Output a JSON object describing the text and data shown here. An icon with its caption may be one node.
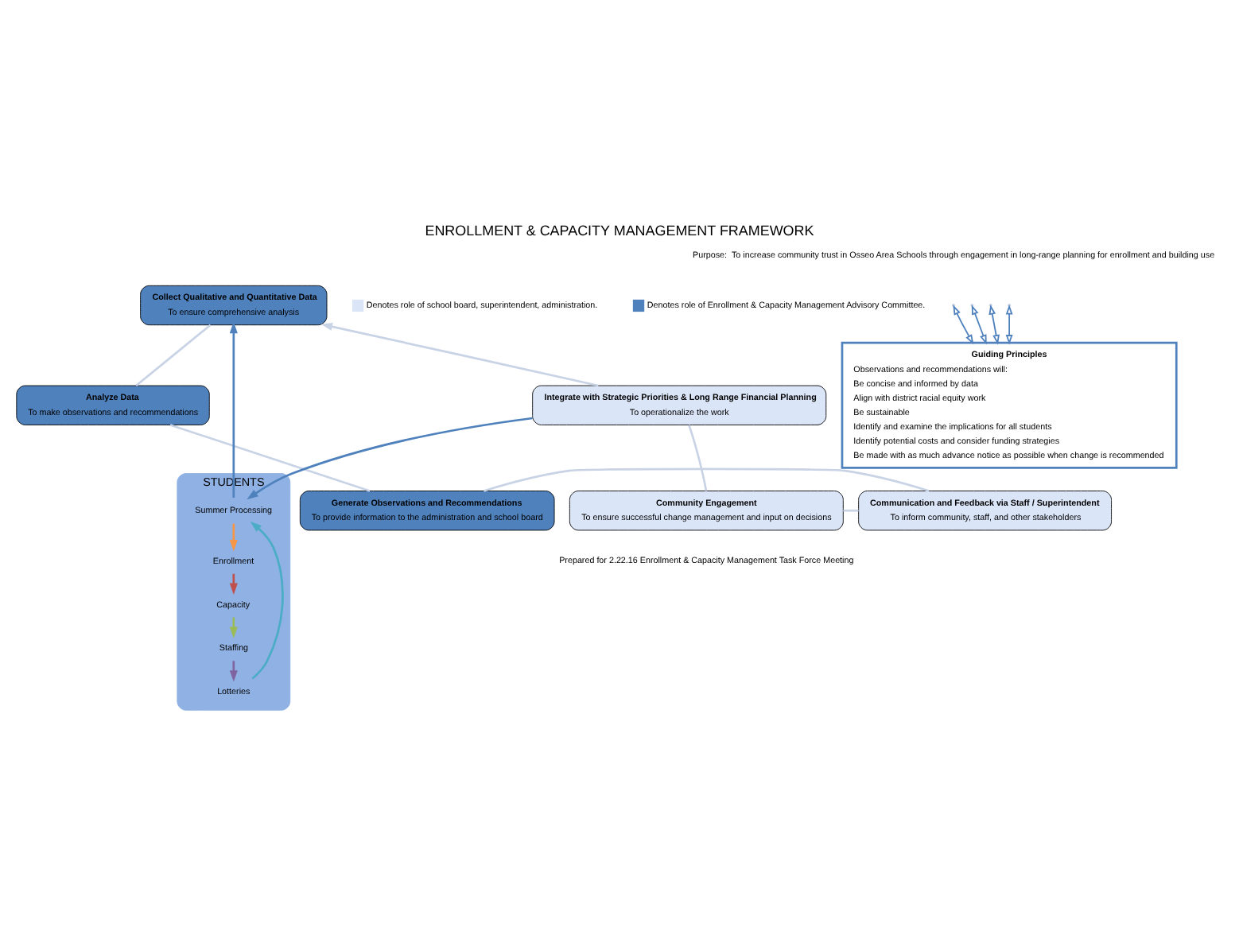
{
  "diagram": {
    "title": "ENROLLMENT & CAPACITY MANAGEMENT FRAMEWORK",
    "nodes": [
      {
        "text": [
          "Collect Qualitative and Quantitative Data",
          "To ensure comprehensive analysis"
        ]
      },
      {
        "text": [
          "Analyze Data",
          "To make observations and recommendations"
        ]
      },
      {
        "text": [
          "Generate Observations and Recommendations",
          "To provide information to the administration and school board"
        ]
      },
      {
        "text": [
          "Communication and Feedback via Staff / Superintendent",
          "To inform community, staff, and other stakeholders"
        ]
      },
      {
        "text": [
          "Community Engagement",
          "To ensure successful change management and input on decisions"
        ]
      },
      {
        "text": [
          "Integrate with Strategic Priorities & Long Range Financial Planning",
          "To operationalize the work"
        ]
      },
      {
        "text": [
          "STUDENTS"
        ]
      },
      {
        "text": [
          "Summer Processing"
        ],
        "in": 6
      },
      {
        "text": [
          "Enrollment"
        ],
        "in": 6
      },
      {
        "text": [
          "Capacity"
        ],
        "in": 6
      },
      {
        "text": [
          "Staffing"
        ],
        "in": 6
      },
      {
        "text": [
          "Lotteries"
        ],
        "in": 6
      },
      {
        "text": [
          "Guiding Principles",
          "Observations and recommendations will:",
          "Be concise and informed by data",
          "Align with district racial equity work",
          "Be sustainable",
          "Identify and examine the implications for all students",
          "Identify potential costs and consider funding strategies",
          "Be made with as much advance notice as possible when change is recommended"
        ]
      }
    ],
    "edges": [
      {
        "from": 5,
        "to": 0,
        "arrow": "to"
      },
      {
        "from": 0,
        "to": 1,
        "arrow": "none"
      },
      {
        "from": 1,
        "to": 2,
        "arrow": "none"
      },
      {
        "from": 2,
        "to": 3,
        "arrow": "none"
      },
      {
        "from": 3,
        "to": 4,
        "arrow": "none"
      },
      {
        "from": 4,
        "to": 5,
        "arrow": "none"
      },
      {
        "from": 5,
        "to": 7,
        "arrow": "to",
        "color": "#4f81bd"
      },
      {
        "from": 7,
        "to": 0,
        "arrow": "to",
        "color": "#4f81bd"
      },
      {
        "from": 7,
        "to": 8,
        "arrow": "to",
        "color": "#f79646"
      },
      {
        "from": 8,
        "to": 9,
        "arrow": "to",
        "color": "#c0504d"
      },
      {
        "from": 9,
        "to": 10,
        "arrow": "to",
        "color": "#9bbb59"
      },
      {
        "from": 10,
        "to": 11,
        "arrow": "to",
        "color": "#8064a2"
      },
      {
        "from": 11,
        "to": 7,
        "arrow": "to",
        "color": "#4bacc6"
      },
      {
        "from": null,
        "to": 12,
        "arrow": "both",
        "color": "#4f81bd"
      },
      {
        "from": null,
        "to": 12,
        "arrow": "both",
        "color": "#4f81bd"
      },
      {
        "from": null,
        "to": 12,
        "arrow": "both",
        "color": "#4f81bd"
      },
      {
        "from": null,
        "to": 12,
        "arrow": "both",
        "color": "#4f81bd"
      }
    ],
    "labels": [
      "Purpose:  To increase community trust in Osseo Area Schools through engagement in long-range planning for enrollment and building use",
      "Prepared for 2.22.16 Enrollment & Capacity Management Task Force Meeting"
    ],
    "legend": [
      {
        "text": "Denotes role of school board, superintendent, administration.",
        "color": "#dbe5f8"
      },
      {
        "text": "Denotes role of Enrollment & Capacity Management Advisory Committee.",
        "color": "#4f81bd"
      }
    ]
  }
}
